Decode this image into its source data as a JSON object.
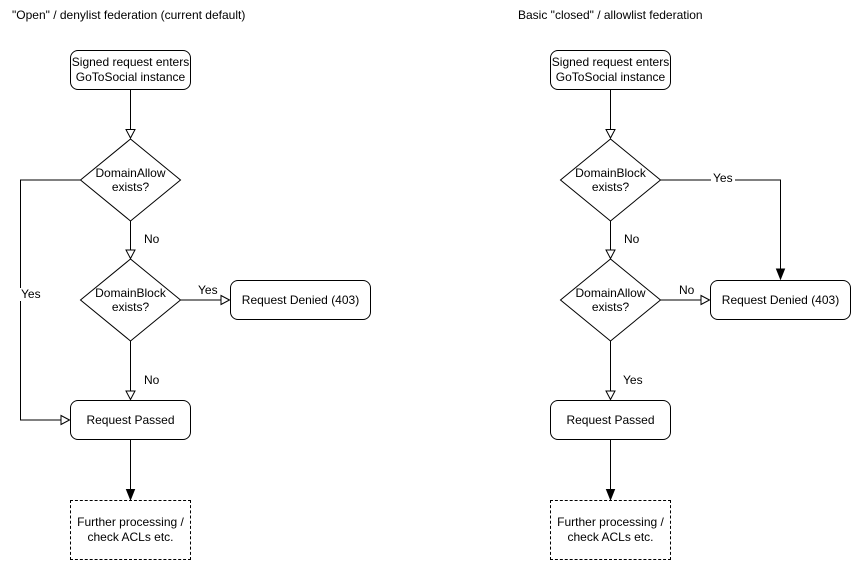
{
  "style": {
    "background": "#ffffff",
    "stroke_color": "#000000",
    "node_fill": "#ffffff",
    "text_color": "#000000"
  },
  "left_chart": {
    "title": "\"Open\" / denylist federation (current default)",
    "nodes": {
      "start": {
        "line1": "Signed request enters",
        "line2": "GoToSocial instance"
      },
      "decision1": {
        "line1": "DomainAllow",
        "line2": "exists?"
      },
      "decision2": {
        "line1": "DomainBlock",
        "line2": "exists?"
      },
      "denied": {
        "label": "Request Denied (403)"
      },
      "passed": {
        "label": "Request Passed"
      },
      "further": {
        "line1": "Further processing /",
        "line2": "check ACLs etc."
      }
    },
    "edge_labels": {
      "decision1_yes": "Yes",
      "decision1_no": "No",
      "decision2_yes": "Yes",
      "decision2_no": "No"
    }
  },
  "right_chart": {
    "title": "Basic \"closed\" / allowlist federation",
    "nodes": {
      "start": {
        "line1": "Signed request enters",
        "line2": "GoToSocial instance"
      },
      "decision1": {
        "line1": "DomainBlock",
        "line2": "exists?"
      },
      "decision2": {
        "line1": "DomainAllow",
        "line2": "exists?"
      },
      "denied": {
        "label": "Request Denied (403)"
      },
      "passed": {
        "label": "Request Passed"
      },
      "further": {
        "line1": "Further processing /",
        "line2": "check ACLs etc."
      }
    },
    "edge_labels": {
      "decision1_yes": "Yes",
      "decision1_no": "No",
      "decision2_no": "No",
      "decision2_yes": "Yes"
    }
  }
}
